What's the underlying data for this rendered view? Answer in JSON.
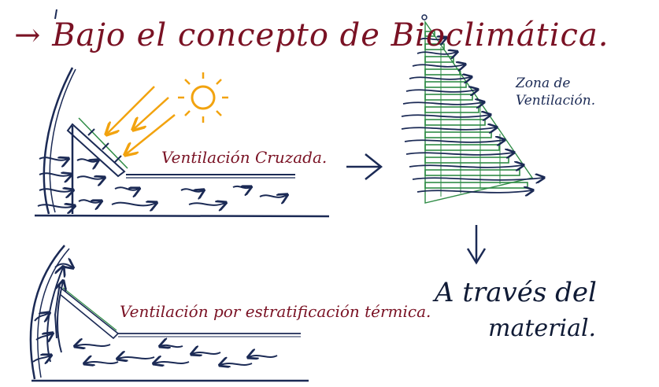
{
  "title": "→ Bajo el concepto de Bioclimática.",
  "labels": {
    "cross_ventilation": "Ventilación Cruzada.",
    "stratification": "Ventilación por estratificación térmica.",
    "zone_line1": "Zona de",
    "zone_line2": "Ventilación.",
    "material_line1": "A través del",
    "material_line2": "material."
  },
  "colors": {
    "ink_red": "#7a1224",
    "ink_blue": "#1b2a55",
    "sun": "#f2a30f",
    "green": "#2e8b45"
  }
}
